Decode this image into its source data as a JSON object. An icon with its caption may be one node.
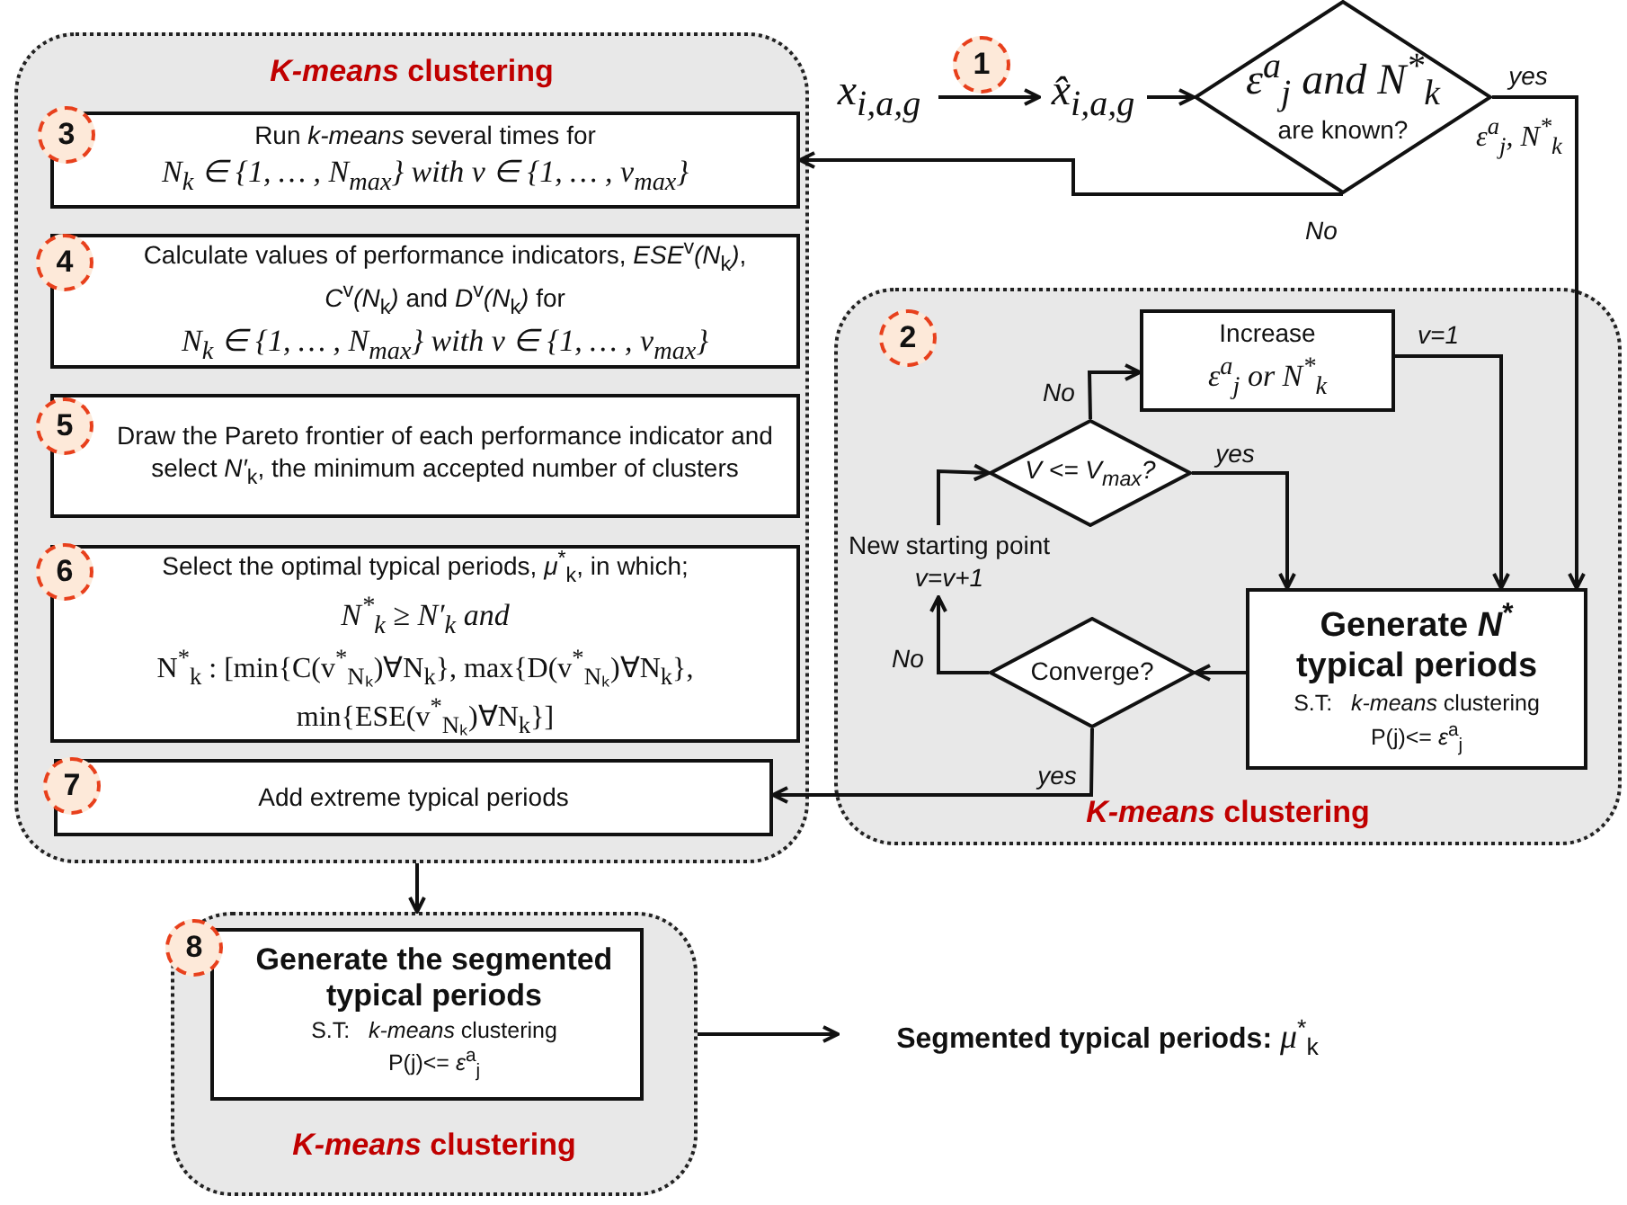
{
  "diagram": {
    "nodes": [
      {
        "text": [
          "*K-means* clustering"
        ]
      },
      {
        "text": [
          "Run *k-means* several times for",
          "N$_{k}$ ∈ {1, … , N$_{max}$} with v ∈ {1, … , v$_{max}$}"
        ],
        "in": 0
      },
      {
        "text": [
          "Calculate values of performance indicators, *ESE*$^{v}$*(N*$_{k}$*)*, *C*$^{v}$*(N*$_{k}$*)* and *D*$^{v}$*(N*$_{k}$*)* for",
          "N$_{k}$ ∈ {1, … , N$_{max}$} with v ∈ {1, … , v$_{max}$}"
        ],
        "in": 0
      },
      {
        "text": [
          "Draw the Pareto frontier of each performance indicator and select *N′*$_{k}$, the minimum accepted number of clusters"
        ],
        "in": 0
      },
      {
        "text": [
          "Select the optimal typical periods, *μ*$^{*}$$_{k}$, in which;",
          "N$^{*}$$_{k}$ ≥ N′$_{k}$ and",
          "N$^{*}$$_{k}$ : [min{C(v$^{*}$$_{Nₖ}$)∀N$_{k}$}, max{D(v$^{*}$$_{Nₖ}$)∀N$_{k}$}, min{ESE(v$^{*}$$_{Nₖ}$)∀N$_{k}$}]"
        ],
        "in": 0
      },
      {
        "text": [
          "Add extreme typical periods"
        ],
        "in": 0
      },
      {
        "text": [
          "x$_{i,a,g}$"
        ]
      },
      {
        "text": [
          "x̂$_{i,a,g}$"
        ]
      },
      {
        "text": [
          "ε$^{a}$$_{j}$ and N$^{*}$$_{k}$",
          "are known?"
        ]
      },
      {
        "text": [
          "*K-means* clustering"
        ]
      },
      {
        "text": [
          "Increase",
          "ε$^{a}$$_{j}$ or N$^{*}$$_{k}$"
        ],
        "in": 9
      },
      {
        "text": [
          "V <= V$_{max}$?"
        ],
        "in": 9
      },
      {
        "text": [
          "Generate *N*$^{*}$ typical periods",
          "S.T:   *k-means* clustering",
          "P(j)<= *ε*$^{a}$$_{j}$"
        ],
        "in": 9
      },
      {
        "text": [
          "Converge?"
        ],
        "in": 9
      },
      {
        "text": [
          "New starting point",
          "v=v+1"
        ],
        "in": 9
      },
      {
        "text": [
          "*K-means* clustering"
        ]
      },
      {
        "text": [
          "Generate the segmented typical periods",
          "S.T:   *k-means* clustering",
          "P(j)<= *ε*$^{a}$$_{j}$"
        ],
        "in": 15
      },
      {
        "text": [
          "**Segmented typical periods:** *μ*$^{*}$$_{k}$"
        ]
      }
    ],
    "edges": [
      {
        "from": 6,
        "to": 7,
        "arrow": "to"
      },
      {
        "from": 7,
        "to": 8,
        "arrow": "to"
      },
      {
        "from": 8,
        "to": 1,
        "arrow": "to",
        "label": "No"
      },
      {
        "from": 8,
        "to": 12,
        "arrow": "to",
        "label": "yes"
      },
      {
        "from": 10,
        "to": 12,
        "arrow": "to",
        "label": "v=1"
      },
      {
        "from": 11,
        "to": 10,
        "arrow": "to",
        "label": "No"
      },
      {
        "from": 11,
        "to": 12,
        "arrow": "to",
        "label": "yes"
      },
      {
        "from": 12,
        "to": 13,
        "arrow": "to"
      },
      {
        "from": 13,
        "to": 14,
        "arrow": "to",
        "label": "No"
      },
      {
        "from": 14,
        "to": 11,
        "arrow": "to"
      },
      {
        "from": 13,
        "to": 5,
        "arrow": "to",
        "label": "yes"
      },
      {
        "from": 0,
        "to": 15,
        "arrow": "to"
      },
      {
        "from": 15,
        "to": 17,
        "arrow": "to"
      }
    ],
    "labels": [
      "1",
      "ε$^{a}$$_{j}$, N$^{*}$$_{k}$",
      "3",
      "4",
      "5",
      "2",
      "6",
      "7",
      "8"
    ]
  }
}
